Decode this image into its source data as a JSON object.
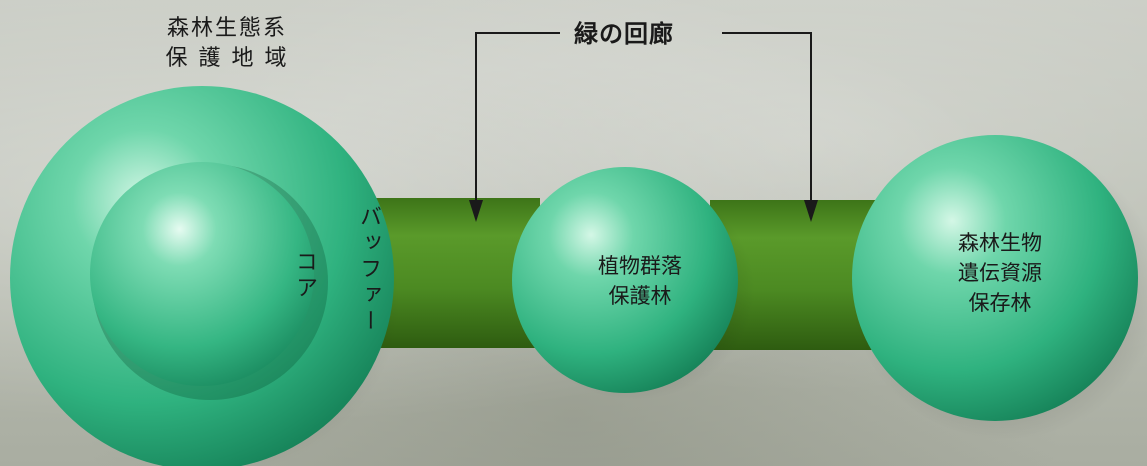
{
  "diagram": {
    "region_title_lines": [
      "森林生態系",
      "保 護 地 域"
    ],
    "corridor_title": "緑の回廊",
    "core_label": "コア",
    "buffer_label": "バッファー",
    "middle_circle_lines": [
      "植物群落",
      "保護林"
    ],
    "right_circle_lines": [
      "森林生物",
      "遺伝資源",
      "保存林"
    ]
  },
  "colors": {
    "sphere": "#3fc190",
    "sphere_light": "#b8f0d8",
    "sphere_dark": "#138a5e",
    "corridor": "#4f8a22",
    "corridor_dark": "#356616",
    "line": "#1a1a1a"
  }
}
